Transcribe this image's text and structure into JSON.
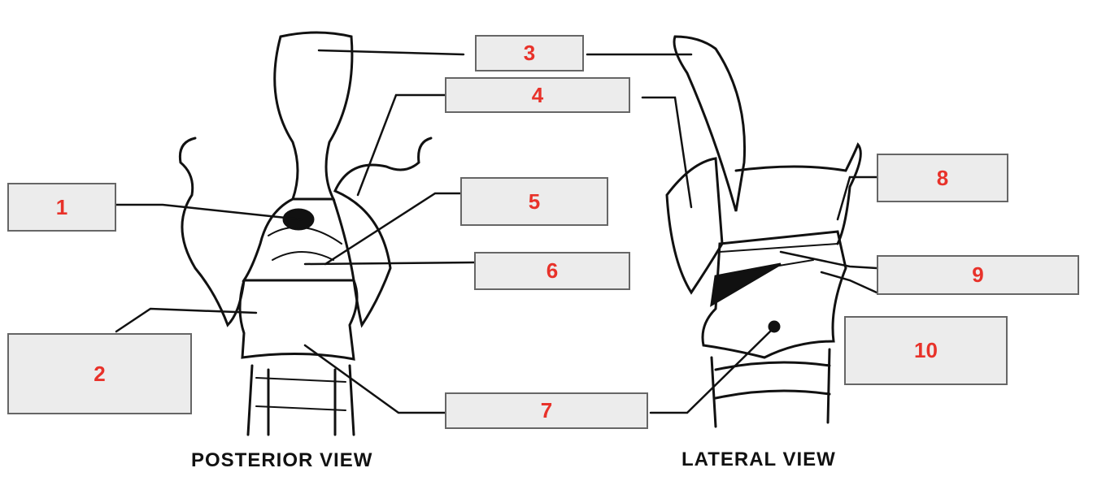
{
  "views": {
    "posterior": "POSTERIOR VIEW",
    "lateral": "LATERAL VIEW"
  },
  "label_boxes": [
    {
      "number": "1",
      "answer": ""
    },
    {
      "number": "2",
      "answer": ""
    },
    {
      "number": "3",
      "answer": ""
    },
    {
      "number": "4",
      "answer": ""
    },
    {
      "number": "5",
      "answer": ""
    },
    {
      "number": "6",
      "answer": ""
    },
    {
      "number": "7",
      "answer": ""
    },
    {
      "number": "8",
      "answer": ""
    },
    {
      "number": "9",
      "answer": ""
    },
    {
      "number": "10",
      "answer": ""
    }
  ],
  "colors": {
    "box_fill": "#ececec",
    "box_border": "#666666",
    "number": "#e8322a"
  }
}
